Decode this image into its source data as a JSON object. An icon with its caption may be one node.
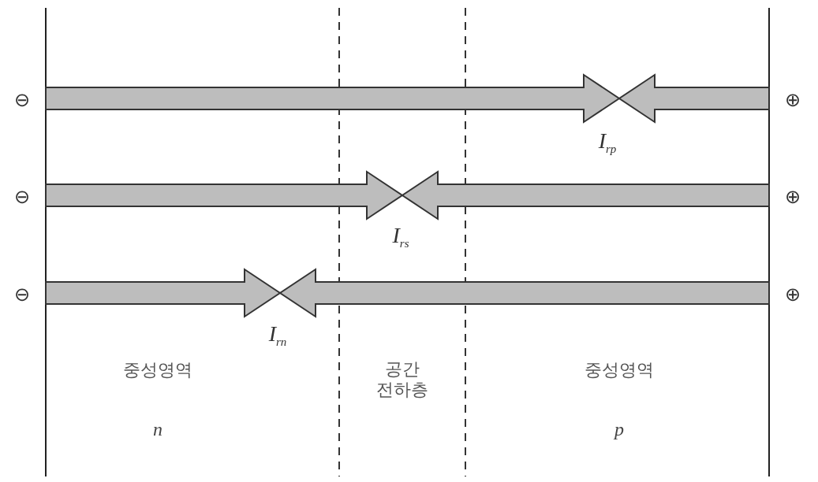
{
  "diagram": {
    "labels": [
      "⊖",
      "⊕",
      "I$_{rp}$",
      "⊖",
      "⊕",
      "I$_{rs}$",
      "⊖",
      "⊕",
      "I$_{rn}$",
      "중성영역",
      "공간 전하층",
      "중성영역",
      "n",
      "p"
    ]
  }
}
